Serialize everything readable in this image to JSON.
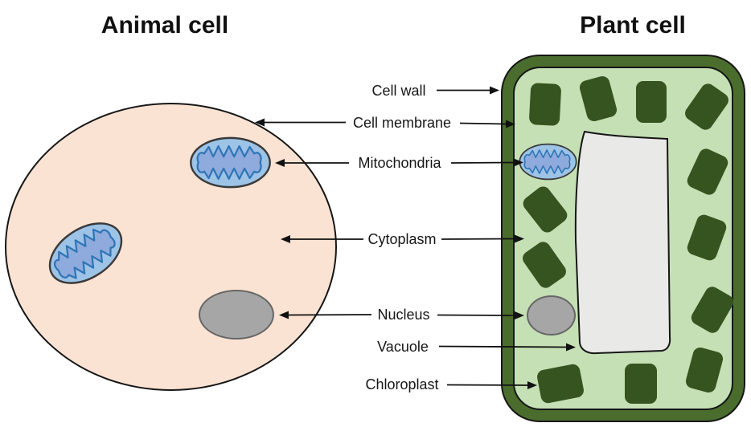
{
  "animal_cell": {
    "title": "Animal cell",
    "organelles": [
      "cell membrane",
      "cytoplasm",
      "mitochondria",
      "mitochondria",
      "nucleus"
    ],
    "mitochondria_count": 2
  },
  "plant_cell": {
    "title": "Plant cell",
    "organelles": [
      "cell wall",
      "cell membrane",
      "cytoplasm",
      "mitochondria",
      "nucleus",
      "vacuole",
      "chloroplast"
    ],
    "chloroplast_count": 12
  },
  "labels": [
    {
      "text": "Cell wall",
      "arrow_left": false,
      "arrow_right": true
    },
    {
      "text": "Cell membrane",
      "arrow_left": true,
      "arrow_right": true
    },
    {
      "text": "Mitochondria",
      "arrow_left": true,
      "arrow_right": true
    },
    {
      "text": "Cytoplasm",
      "arrow_left": true,
      "arrow_right": true
    },
    {
      "text": "Nucleus",
      "arrow_left": true,
      "arrow_right": true
    },
    {
      "text": "Vacuole",
      "arrow_left": false,
      "arrow_right": true
    },
    {
      "text": "Chloroplast",
      "arrow_left": false,
      "arrow_right": true
    }
  ],
  "colors": {
    "animal_cytoplasm": "#fbe3d4",
    "plant_cytoplasm": "#c5e0b4",
    "cell_wall": "#4a6d2e",
    "chloroplast": "#36541f",
    "mito_fill": "#9dc3e6",
    "mito_inner": "#8faadc",
    "mito_stroke": "#2e75b6",
    "mito_outline": "#3a3a3a",
    "nucleus": "#a6a6a6",
    "nucleus_stroke": "#666666",
    "vacuole": "#e9e9e7",
    "outline": "#161616"
  }
}
